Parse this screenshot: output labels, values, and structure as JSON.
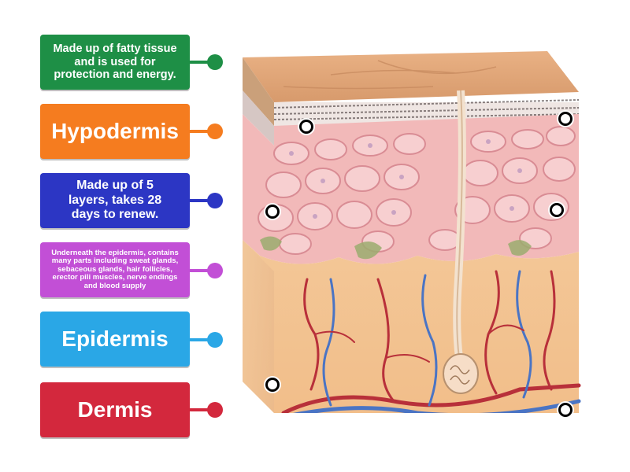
{
  "labels": [
    {
      "text": "Made up of fatty tissue and is used for protection and energy.",
      "color": "#1e8f46"
    },
    {
      "text": "Hypodermis",
      "color": "#f57c1f"
    },
    {
      "text": "Made up of 5 layers, takes 28 days to renew.",
      "color": "#2c36c4"
    },
    {
      "text": "Underneath the epidermis, contains many parts including sweat glands, sebaceous glands, hair follicles, erector pili muscles, nerve endings and blood supply",
      "color": "#c24fd6"
    },
    {
      "text": "Epidermis",
      "color": "#2aa7e6"
    },
    {
      "text": "Dermis",
      "color": "#d3283d"
    }
  ],
  "diagram": {
    "image": "skin-cross-section"
  }
}
